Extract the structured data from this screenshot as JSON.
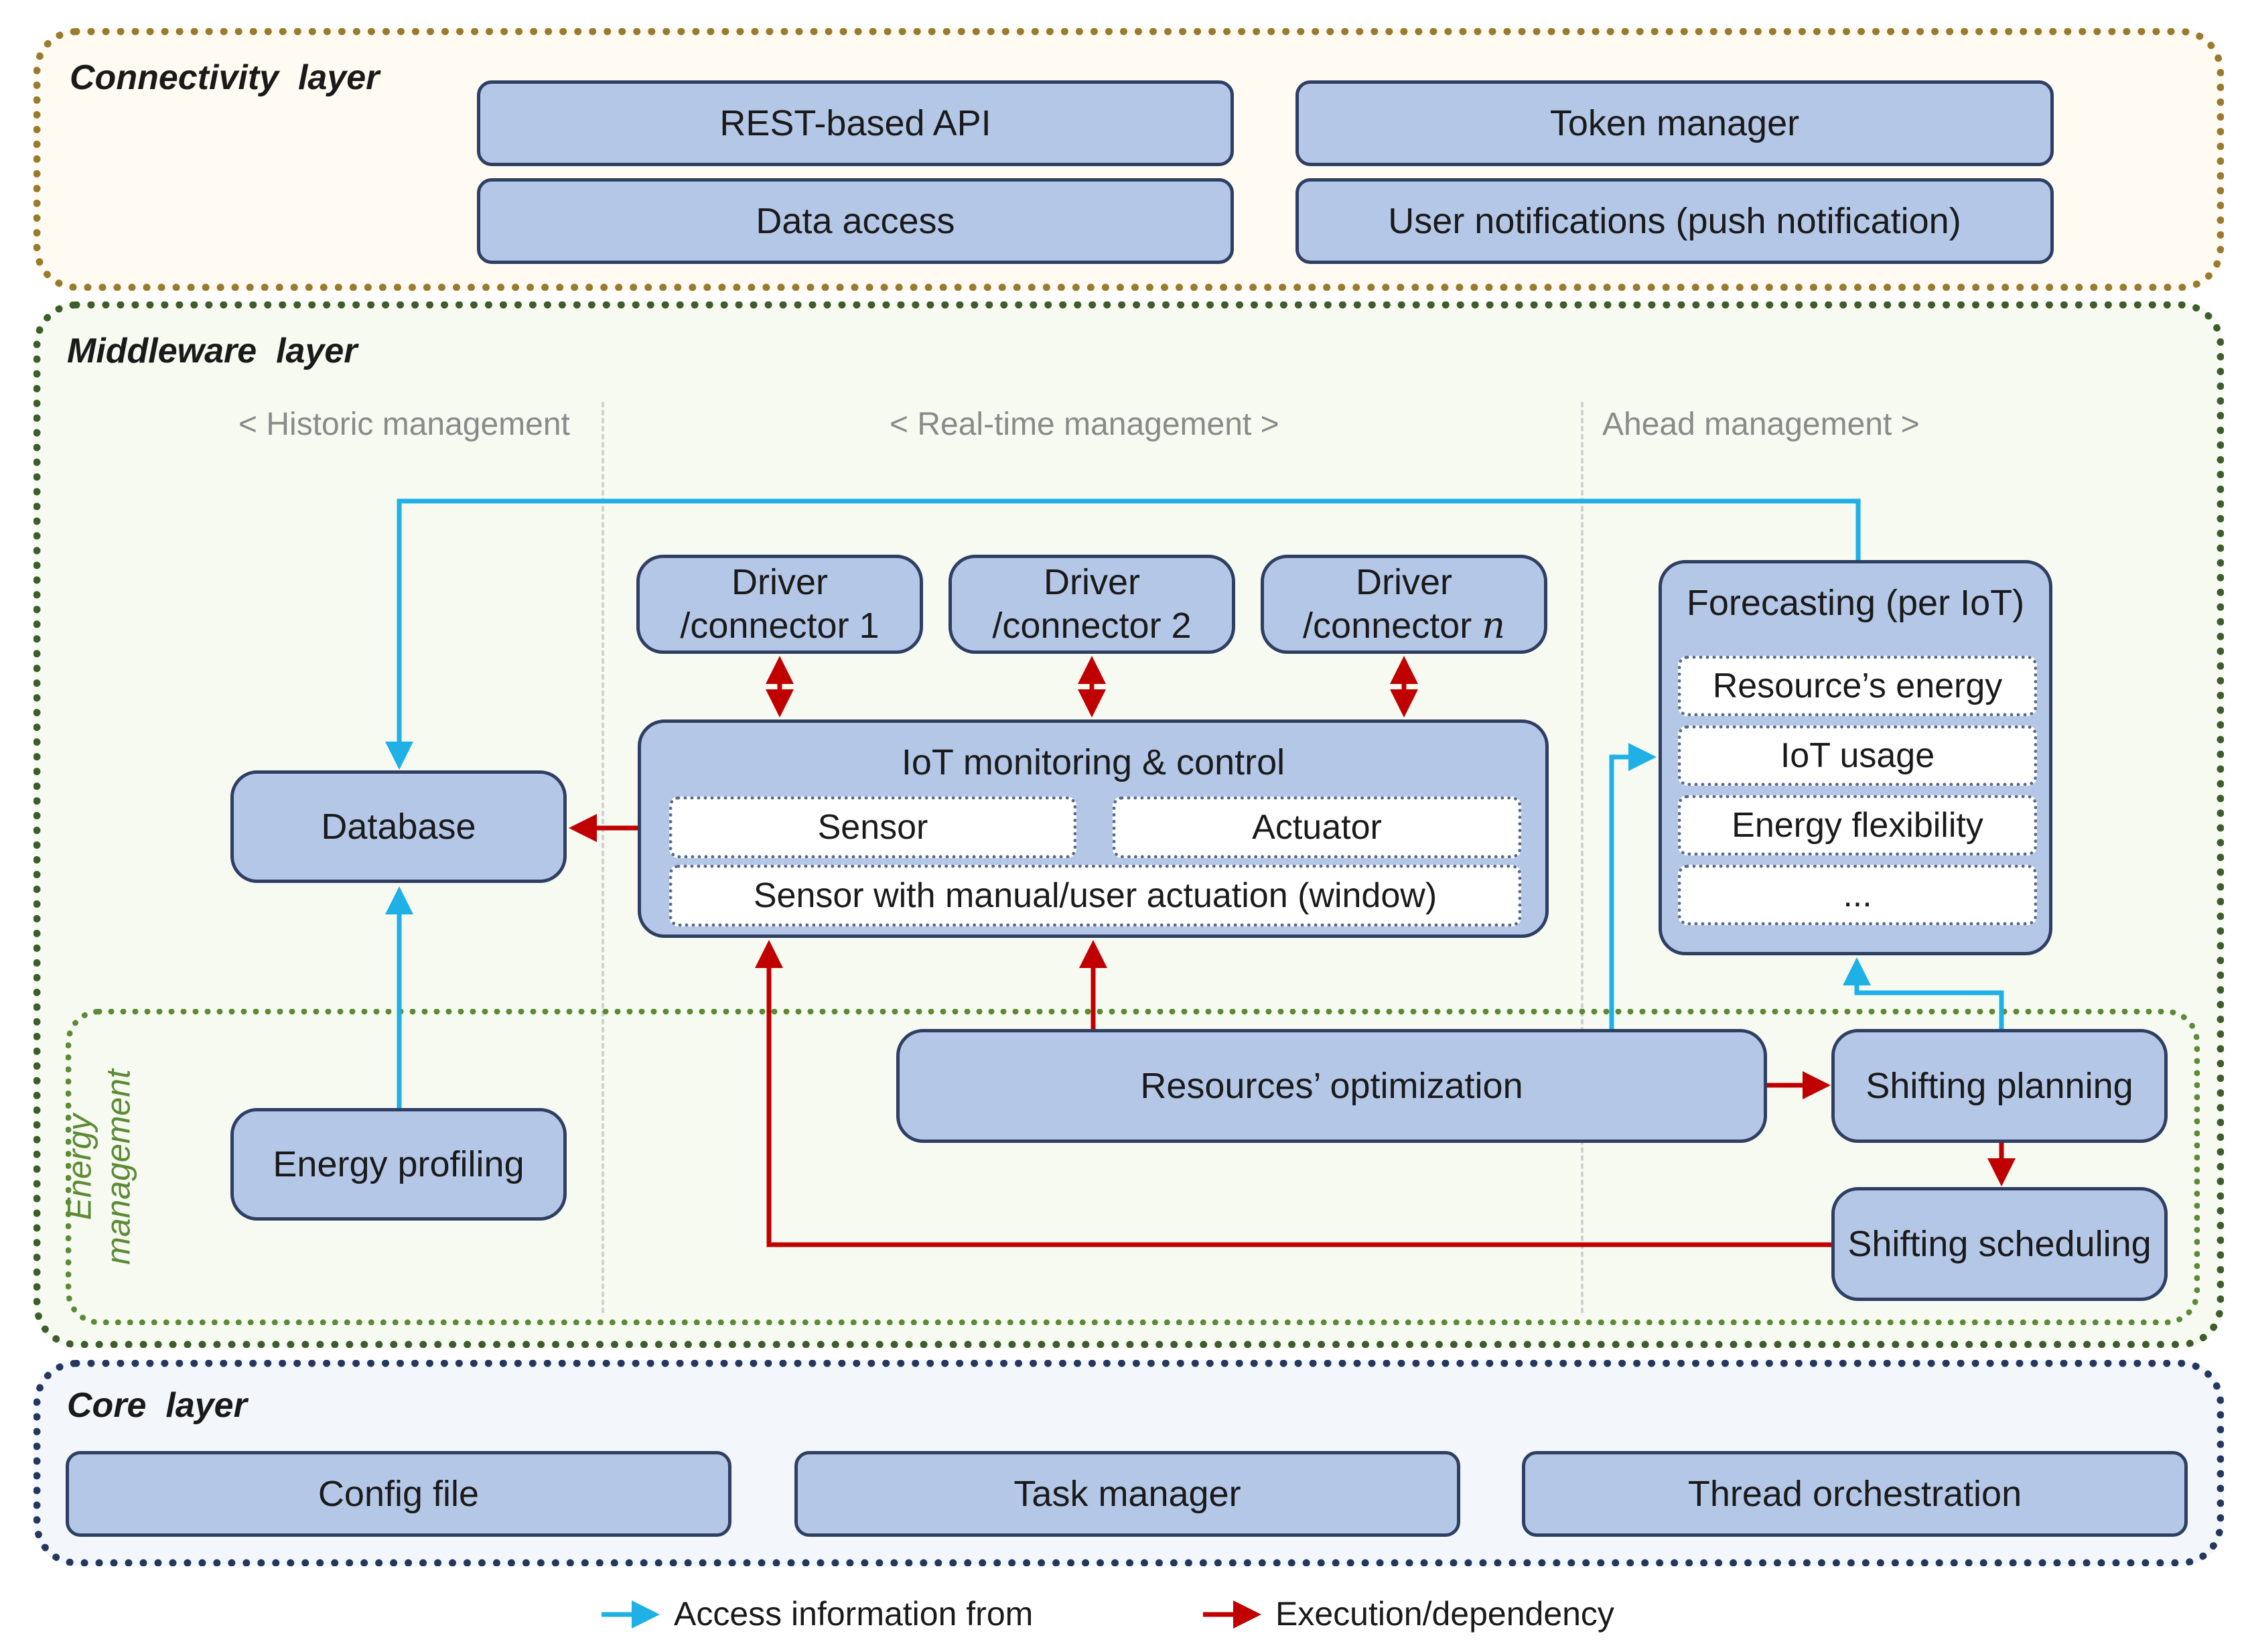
{
  "layers": {
    "connectivity": {
      "title": "Connectivity  layer",
      "boxes": [
        "REST-based API",
        "Token manager",
        "Data access",
        "User notifications (push notification)"
      ]
    },
    "middleware": {
      "title": "Middleware  layer",
      "sections": [
        "< Historic management",
        "< Real-time management >",
        "Ahead management >"
      ],
      "database": "Database",
      "drivers": [
        {
          "line1": "Driver",
          "line2": "/connector 1"
        },
        {
          "line1": "Driver",
          "line2": "/connector 2"
        },
        {
          "line1": "Driver",
          "line2": "/connector ",
          "n": "n"
        }
      ],
      "iot": {
        "title": "IoT monitoring & control",
        "sensor": "Sensor",
        "actuator": "Actuator",
        "sensor_manual": "Sensor with manual/user actuation (window)"
      },
      "forecasting": {
        "title": "Forecasting (per IoT)",
        "items": [
          "Resource’s energy",
          "IoT usage",
          "Energy flexibility",
          "..."
        ]
      },
      "energy_management": {
        "label_line1": "Energy",
        "label_line2": "management",
        "energy_profiling": "Energy profiling",
        "resources_optimization": "Resources’ optimization",
        "shifting_planning": "Shifting planning",
        "shifting_scheduling": "Shifting scheduling"
      }
    },
    "core": {
      "title": "Core  layer",
      "boxes": [
        "Config file",
        "Task manager",
        "Thread orchestration"
      ]
    }
  },
  "legend": {
    "access": "Access information from",
    "execution": "Execution/dependency"
  },
  "colors": {
    "access_arrow": "#1fb0e6",
    "execution_arrow": "#c00000",
    "box_fill": "#b4c7e7",
    "box_border": "#2f3f63"
  }
}
